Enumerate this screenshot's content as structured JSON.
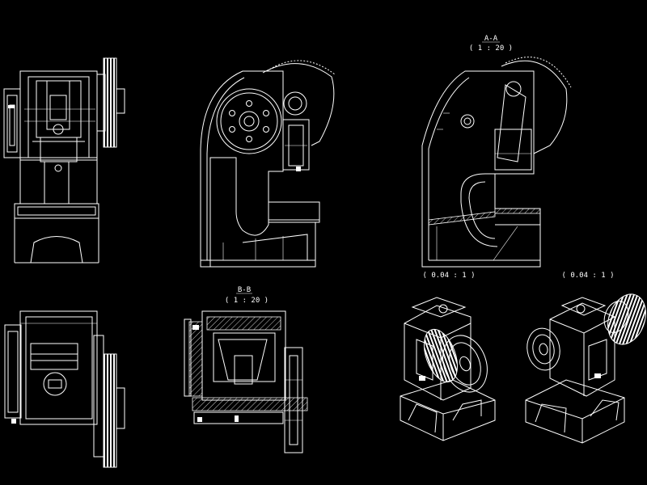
{
  "drawing": {
    "background": "#000000",
    "line_color": "#ffffff",
    "section_aa": {
      "title": "A-A",
      "scale": "( 1 : 20 )"
    },
    "section_bb": {
      "title": "B-B",
      "scale": "( 1 : 20 )"
    },
    "iso_left": {
      "scale": "( 0.04 : 1 )"
    },
    "iso_right": {
      "scale": "( 0.04 : 1 )"
    }
  }
}
